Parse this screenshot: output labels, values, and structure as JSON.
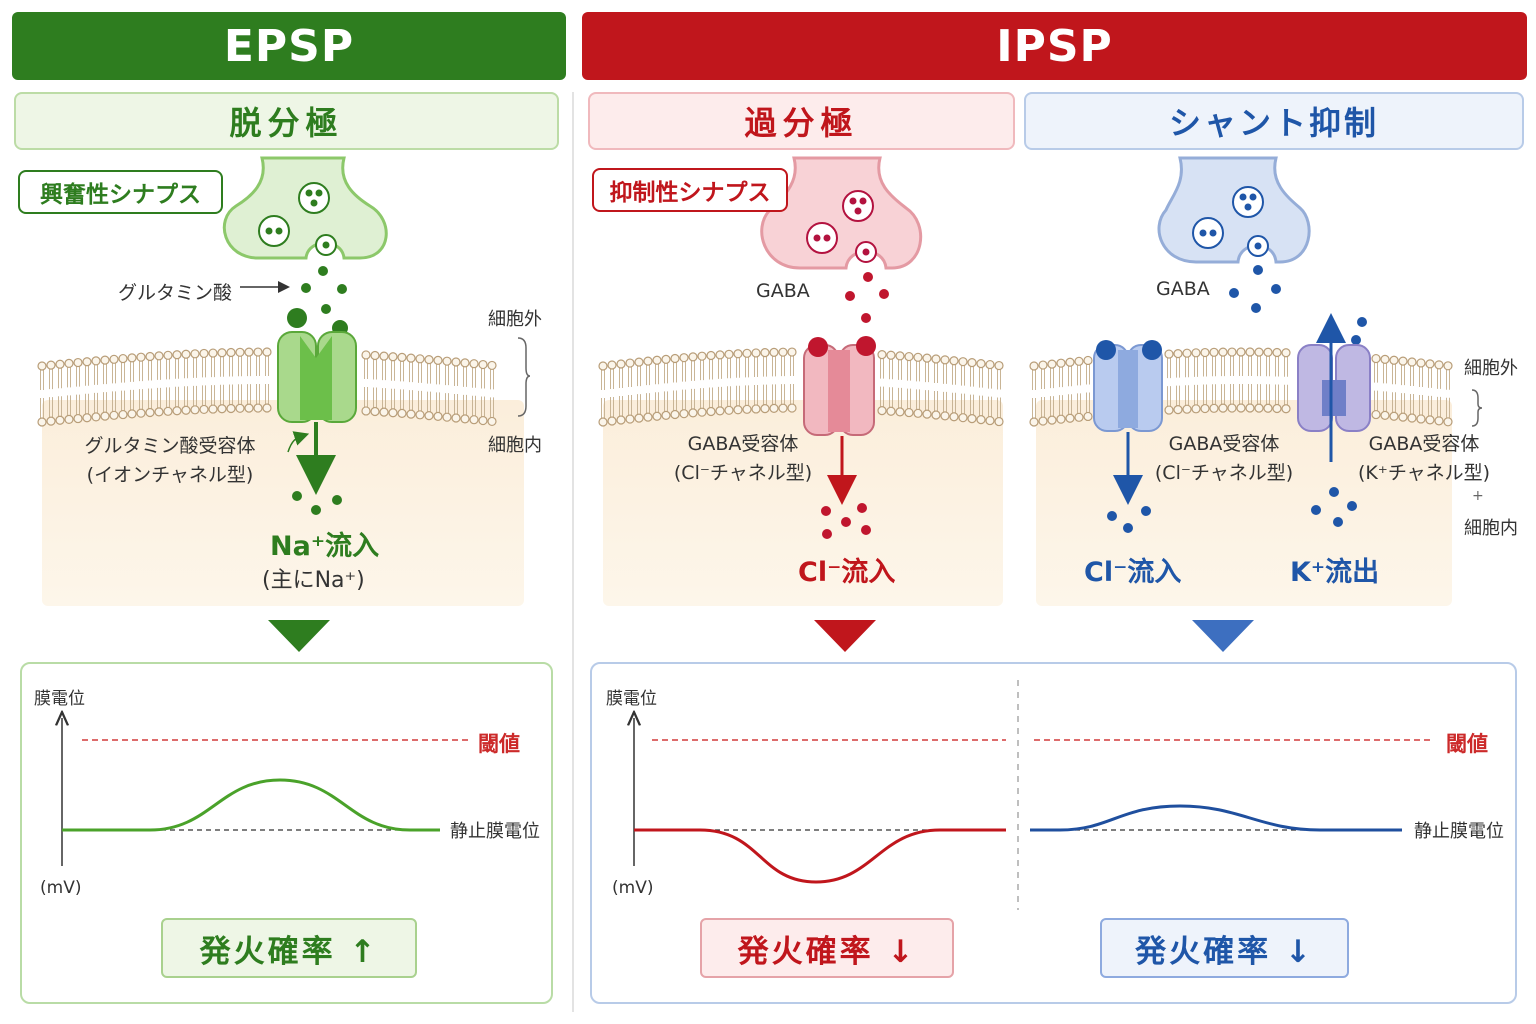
{
  "epsp": {
    "header": "EPSP",
    "mechanism": "脱分極",
    "synapse_tag": "興奮性シナプス",
    "transmitter": "グルタミン酸",
    "receptor_line1": "グルタミン酸受容体",
    "receptor_line2": "(イオンチャネル型)",
    "ion_flow": "Na⁺流入",
    "ion_note": "(主にNa⁺)",
    "extracellular": "細胞外",
    "intracellular": "細胞内",
    "graph": {
      "ylabel": "膜電位",
      "unit": "(mV)",
      "threshold": "閾値",
      "resting": "静止膜電位",
      "firing": "発火確率 ↑"
    }
  },
  "ipsp": {
    "header": "IPSP",
    "hyper": {
      "mechanism": "過分極",
      "synapse_tag": "抑制性シナプス",
      "transmitter": "GABA",
      "receptor_line1": "GABA受容体",
      "receptor_line2": "(Cl⁻チャネル型)",
      "ion_flow": "Cl⁻流入",
      "graph": {
        "ylabel": "膜電位",
        "unit": "(mV)",
        "firing": "発火確率 ↓"
      }
    },
    "shunt": {
      "mechanism": "シャント抑制",
      "transmitter": "GABA",
      "cl_receptor_line1": "GABA受容体",
      "cl_receptor_line2": "(Cl⁻チャネル型)",
      "k_receptor_line1": "GABA受容体",
      "k_receptor_line2": "(K⁺チャネル型)",
      "cl_flow": "Cl⁻流入",
      "k_flow": "K⁺流出",
      "extracellular": "細胞外",
      "intracellular": "細胞内",
      "graph": {
        "threshold": "閾値",
        "resting": "静止膜電位",
        "firing": "発火確率 ↓"
      }
    }
  },
  "colors": {
    "green": "#2e7d1f",
    "green_light": "#8cc86a",
    "red": "#c0161c",
    "red_light": "#e9a0a8",
    "blue": "#1f56a8",
    "blue_light": "#a9bfe6",
    "purple_light": "#b3acd9"
  }
}
